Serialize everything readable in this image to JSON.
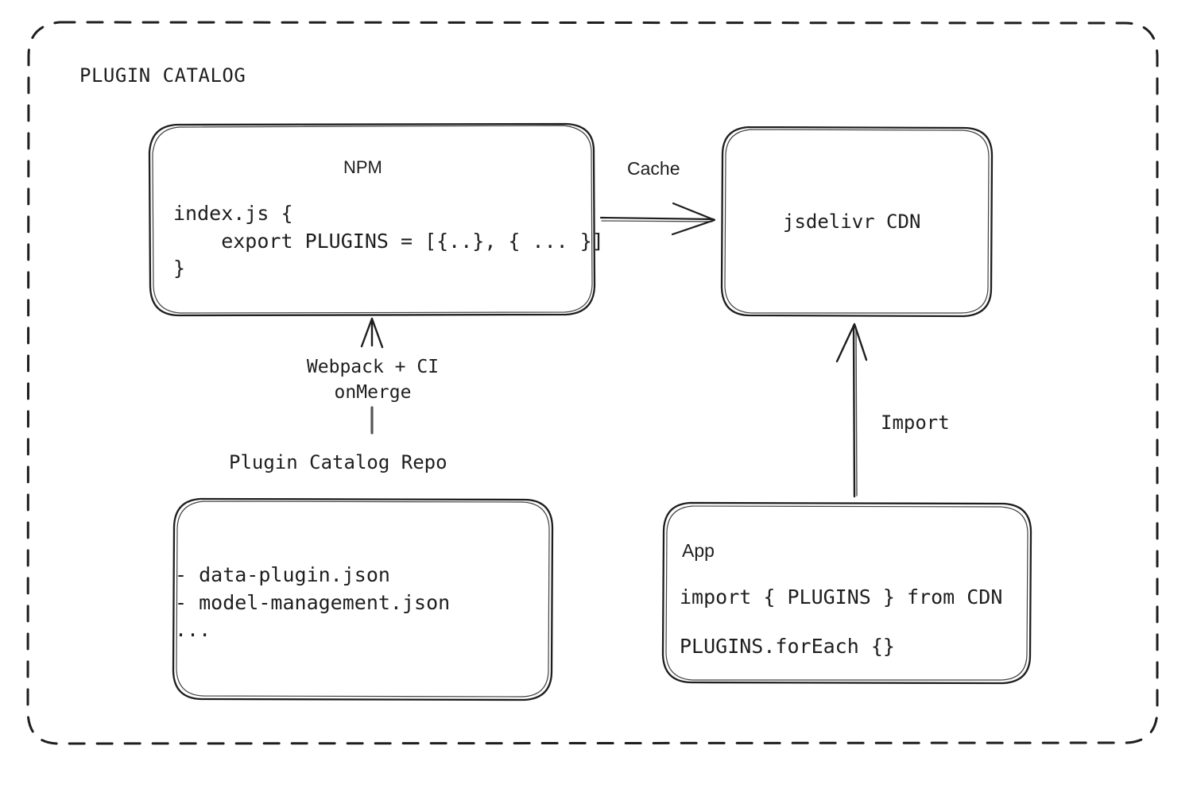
{
  "diagram": {
    "title": "PLUGIN CATALOG",
    "background": "#ffffff",
    "stroke_color": "#1e1e1e",
    "text_color": "#1e1e1e",
    "style": "hand-drawn"
  },
  "nodes": {
    "npm": {
      "title": "NPM",
      "code": "index.js {\n    export PLUGINS = [{..}, { ... }]\n}"
    },
    "cdn": {
      "title": "jsdelivr CDN"
    },
    "repo": {
      "caption": "Plugin Catalog Repo",
      "files": "- data-plugin.json\n- model-management.json\n..."
    },
    "app": {
      "title": "App",
      "code_line_1": "import { PLUGINS } from CDN",
      "code_line_2": "PLUGINS.forEach {}"
    }
  },
  "edges": {
    "npm_to_cdn": {
      "label": "Cache",
      "from": "npm",
      "to": "cdn",
      "direction": "right"
    },
    "repo_to_npm": {
      "label": "Webpack + CI\nonMerge",
      "from": "repo",
      "to": "npm",
      "direction": "up"
    },
    "app_to_cdn": {
      "label": "Import",
      "from": "app",
      "to": "cdn",
      "direction": "up"
    }
  }
}
